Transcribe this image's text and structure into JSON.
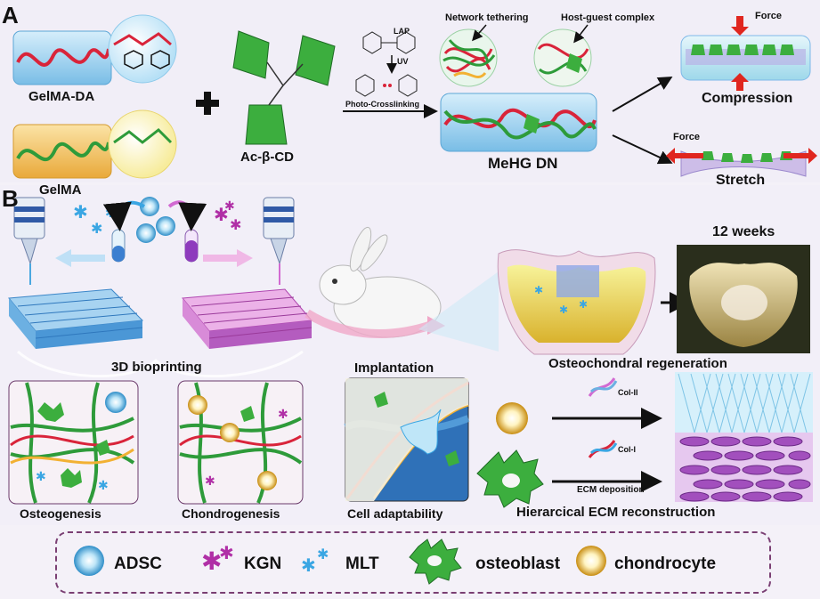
{
  "panels": {
    "a": "A",
    "b": "B"
  },
  "labels": {
    "gelma_da": "GelMA-DA",
    "gelma": "GelMA",
    "ac_cd": "Ac-β-CD",
    "lap": "LAP",
    "uv": "UV",
    "photo": "Photo-Crosslinking",
    "network": "Network tethering",
    "hostguest": "Host-guest complex",
    "mehg": "MeHG DN",
    "force1": "Force",
    "force2": "Force",
    "compression": "Compression",
    "stretch": "Stretch",
    "weeks": "12 weeks",
    "bioprint": "3D bioprinting",
    "implant": "Implantation",
    "regen": "Osteochondral regeneration",
    "osteo": "Osteogenesis",
    "chondro": "Chondrogenesis",
    "celladapt": "Cell adaptability",
    "col2": "Col-II",
    "col1": "Col-I",
    "ecmdep": "ECM deposition",
    "hier": "Hierarcical ECM reconstruction"
  },
  "legend": {
    "adsc": "ADSC",
    "kgn": "KGN",
    "mlt": "MLT",
    "osteoblast": "osteoblast",
    "chondrocyte": "chondrocyte"
  },
  "colors": {
    "red_chain": "#d9243a",
    "green_chain": "#2e9b3a",
    "cd_green": "#3cae3e",
    "blue_gel": "#9fd3ef",
    "orange_gel": "#f2c35a",
    "purple": "#9a3a9a",
    "arrow_red": "#e0261f"
  }
}
